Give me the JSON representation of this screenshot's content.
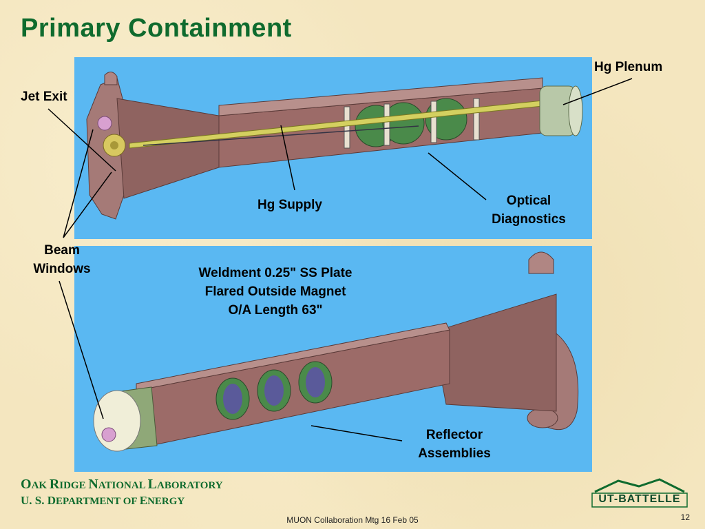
{
  "title": "Primary Containment",
  "labels": {
    "hg_plenum": "Hg Plenum",
    "jet_exit": "Jet Exit",
    "hg_supply": "Hg Supply",
    "optical_diagnostics": [
      "Optical",
      "Diagnostics"
    ],
    "beam_windows": [
      "Beam",
      "Windows"
    ],
    "weldment": [
      "Weldment 0.25\" SS Plate",
      "Flared Outside Magnet",
      "O/A Length 63\""
    ],
    "reflector_assemblies": [
      "Reflector",
      "Assemblies"
    ]
  },
  "org": {
    "lab_line": [
      "O",
      "AK ",
      "R",
      "IDGE ",
      "N",
      "ATIONAL ",
      "L",
      "ABORATORY"
    ],
    "doe_line": [
      "U. S. D",
      "EPARTMENT OF ",
      "E",
      "NERGY"
    ]
  },
  "footer": "MUON Collaboration Mtg 16 Feb 05",
  "page_number": "12",
  "logo_text": "UT-BATTELLE",
  "colors": {
    "title": "#0f6b2e",
    "panel": "#5ab8f2",
    "body": "#9c6b68"
  }
}
